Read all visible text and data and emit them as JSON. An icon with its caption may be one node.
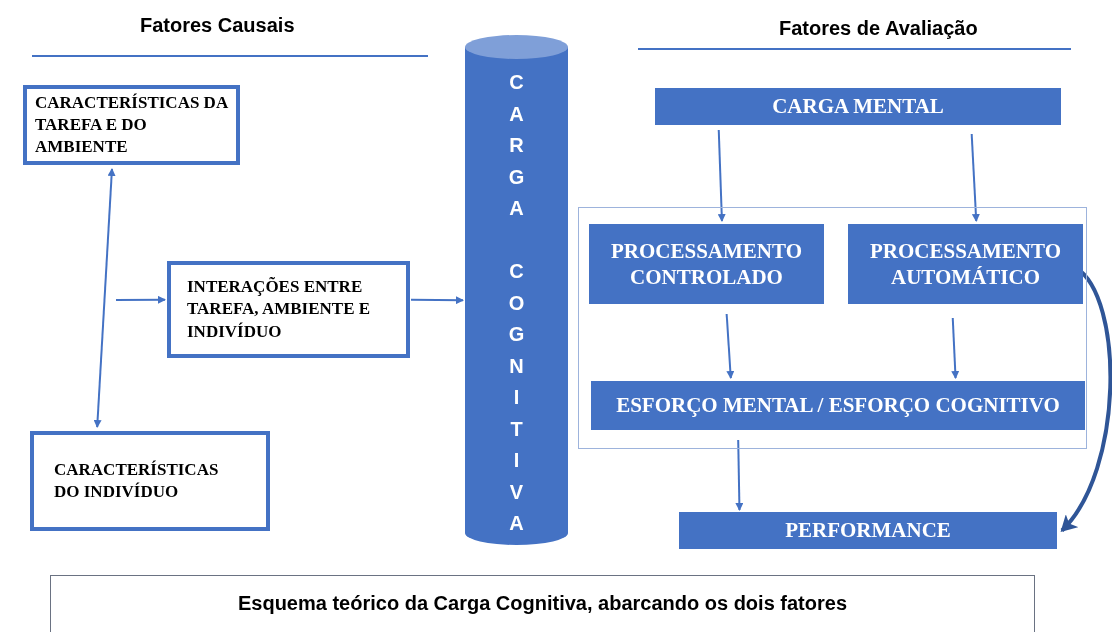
{
  "diagram": {
    "caption": "Esquema teórico da Carga Cognitiva, abarcando os dois fatores",
    "nodes": [
      {
        "text": [
          "CARACTERÍSTICAS DA TAREFA E DO AMBIENTE"
        ]
      },
      {
        "text": [
          "INTERAÇÕES ENTRE TAREFA, AMBIENTE E INDIVÍDUO"
        ]
      },
      {
        "text": [
          "CARACTERÍSTICAS DO INDIVÍDUO"
        ]
      },
      {
        "text": [
          "CARGA COGNITIVA"
        ]
      },
      {
        "text": [
          "CARGA MENTAL"
        ]
      },
      {
        "text": [],
        "shape": "box"
      },
      {
        "text": [
          "PROCESSAMENTO CONTROLADO"
        ],
        "in": 5
      },
      {
        "text": [
          "PROCESSAMENTO AUTOMÁTICO"
        ],
        "in": 5
      },
      {
        "text": [
          "ESFORÇO MENTAL / ESFORÇO COGNITIVO"
        ],
        "in": 5
      },
      {
        "text": [
          "PERFORMANCE"
        ]
      }
    ],
    "edges": [
      {
        "from": 0,
        "to": 2,
        "arrow": "both"
      },
      {
        "from": null,
        "to": 1,
        "arrow": "to"
      },
      {
        "from": 1,
        "to": 3,
        "arrow": "to"
      },
      {
        "from": 4,
        "to": 6,
        "arrow": "to"
      },
      {
        "from": 4,
        "to": 7,
        "arrow": "to"
      },
      {
        "from": 6,
        "to": 8,
        "arrow": "to"
      },
      {
        "from": 7,
        "to": 8,
        "arrow": "to"
      },
      {
        "from": 8,
        "to": 9,
        "arrow": "to"
      },
      {
        "from": 7,
        "to": 9,
        "arrow": "to",
        "style": "thick"
      }
    ],
    "labels": [
      "Fatores Causais",
      "Fatores de Avaliação"
    ]
  }
}
